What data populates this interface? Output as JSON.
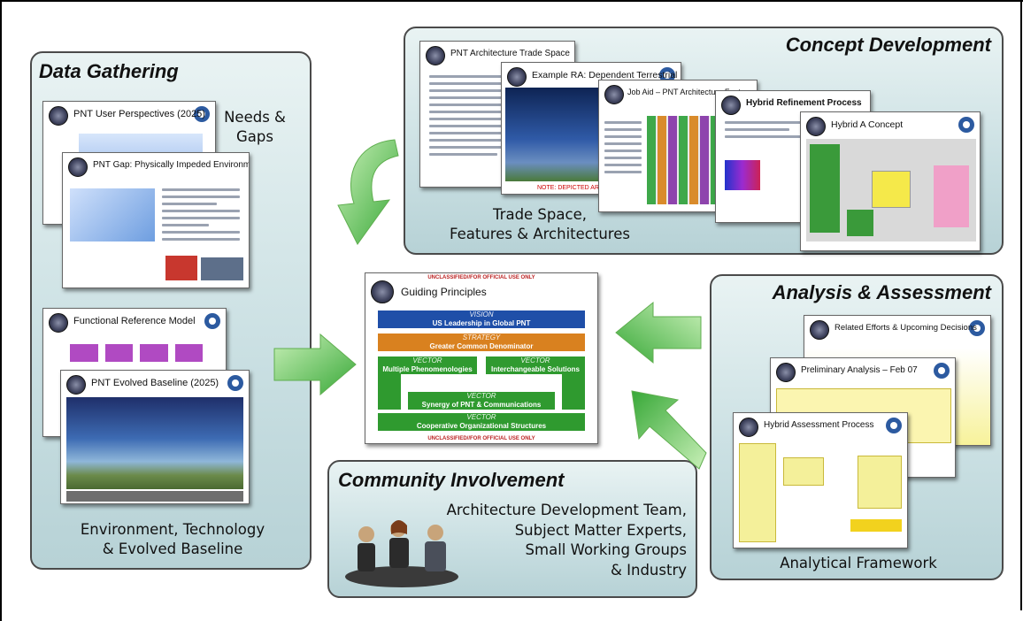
{
  "panels": {
    "data_gathering": {
      "title": "Data Gathering",
      "caption_right": "Needs &\nGaps",
      "caption_bottom": "Environment, Technology\n& Evolved Baseline",
      "slides": [
        "PNT User Perspectives (2025)",
        "PNT Gap: Physically Impeded Environments",
        "Functional Reference Model",
        "PNT Evolved Baseline (2025)"
      ]
    },
    "concept_development": {
      "title": "Concept Development",
      "caption": "Trade Space,\nFeatures & Architectures",
      "slides": [
        "PNT Architecture Trade Space",
        "Example RA: Dependent Terrestrial",
        "Job Aid – PNT Architecture Features",
        "Hybrid Refinement Process",
        "Hybrid A Concept"
      ]
    },
    "analysis_assessment": {
      "title": "Analysis & Assessment",
      "caption": "Analytical Framework",
      "slides": [
        "Related Efforts & Upcoming Decisions",
        "Preliminary Analysis – Feb 07",
        "Hybrid Assessment Process"
      ]
    },
    "community_involvement": {
      "title": "Community Involvement",
      "caption": "Architecture Development Team,\nSubject Matter Experts,\nSmall Working Groups\n& Industry"
    }
  },
  "guiding_principles": {
    "marking_top": "UNCLASSIFIED//FOR OFFICIAL USE ONLY",
    "marking_bottom": "UNCLASSIFIED//FOR OFFICIAL USE ONLY",
    "title": "Guiding Principles",
    "vision_key": "VISION",
    "vision": "US Leadership in Global PNT",
    "strategy_key": "STRATEGY",
    "strategy": "Greater Common Denominator",
    "vector_key": "VECTOR",
    "vector1": "Multiple Phenomenologies",
    "vector2": "Interchangeable Solutions",
    "vector3": "Synergy of PNT & Communications",
    "vector4": "Cooperative Organizational Structures"
  },
  "colors": {
    "panel_border": "#4a4a4a",
    "arrow_green": "#3fb63f",
    "vision_blue": "#1f4fa8",
    "strategy_orange": "#d9811f",
    "vector_green": "#2f9a2f"
  },
  "icons": [
    "seal-icon",
    "dot-logo-icon",
    "green-arrow-icon",
    "meeting-people-icon"
  ]
}
